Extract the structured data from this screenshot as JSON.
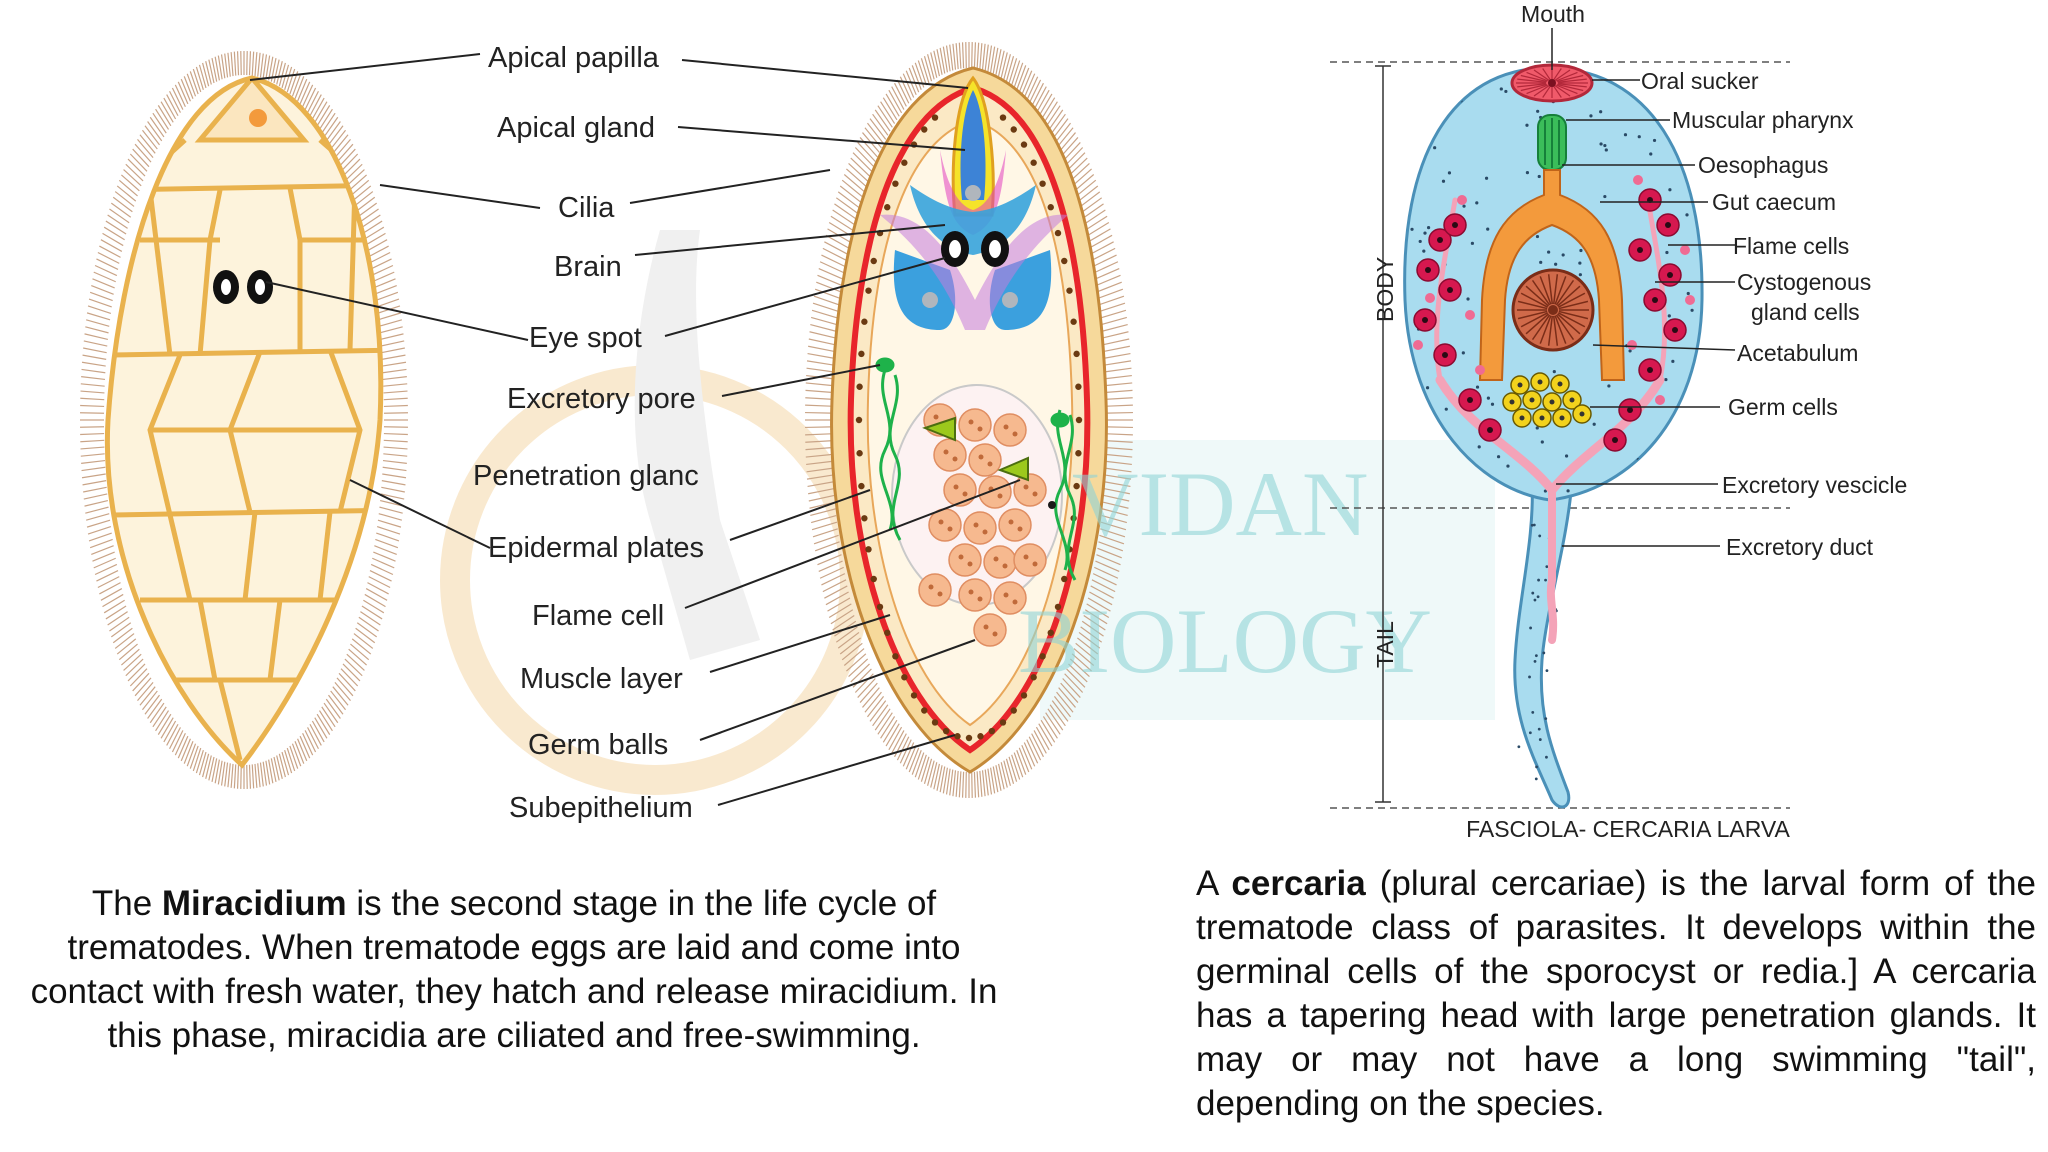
{
  "miracidium": {
    "labels": {
      "apical_papilla": "Apical papilla",
      "apical_gland": "Apical gland",
      "cilia": "Cilia",
      "brain": "Brain",
      "eye_spot": "Eye spot",
      "excretory_pore": "Excretory pore",
      "penetration_gland": "Penetration glanc",
      "epidermal_plates": "Epidermal plates",
      "flame_cell": "Flame cell",
      "muscle_layer": "Muscle layer",
      "germ_balls": "Germ balls",
      "subepithelium": "Subepithelium"
    },
    "description": {
      "before": "The ",
      "term": "Miracidium",
      "after": " is the second stage in the life cycle of trematodes. When trematode eggs are laid and come into contact with fresh water, they hatch and release miracidium. In this phase, miracidia are ciliated and free-swimming."
    }
  },
  "cercaria": {
    "labels": {
      "mouth": "Mouth",
      "oral_sucker": "Oral sucker",
      "muscular_pharynx": "Muscular pharynx",
      "oesophagus": "Oesophagus",
      "gut_caecum": "Gut caecum",
      "flame_cells": "Flame cells",
      "cystogenous_1": "Cystogenous",
      "cystogenous_2": "gland cells",
      "acetabulum": "Acetabulum",
      "germ_cells": "Germ cells",
      "excretory_vescicle": "Excretory vescicle",
      "excretory_duct": "Excretory duct",
      "body": "BODY",
      "tail": "TAIL"
    },
    "caption": "FASCIOLA- CERCARIA LARVA",
    "description": {
      "before": "A ",
      "term": "cercaria",
      "after": " (plural cercariae) is the larval form of the trematode class of parasites. It develops within the germinal cells of the sporocyst or redia.] A cercaria has a tapering head with large penetration glands. It may or may not have a long swimming \"tail\", depending on the species."
    }
  },
  "watermark": {
    "line1": "VIDAN",
    "line2": "BIOLOGY"
  },
  "colors": {
    "plate_fill": "#fdf3dc",
    "plate_line": "#e9b24d",
    "cilia": "#c9a487",
    "body_wall": "#e8252b",
    "cercaria_body": "#a9dcef",
    "gut": "#f39a3c",
    "flame_cell": "#d6184f",
    "germ_cell": "#f2d21d",
    "excretory": "#f4a3b8",
    "watermark": "#8fd4d6"
  }
}
